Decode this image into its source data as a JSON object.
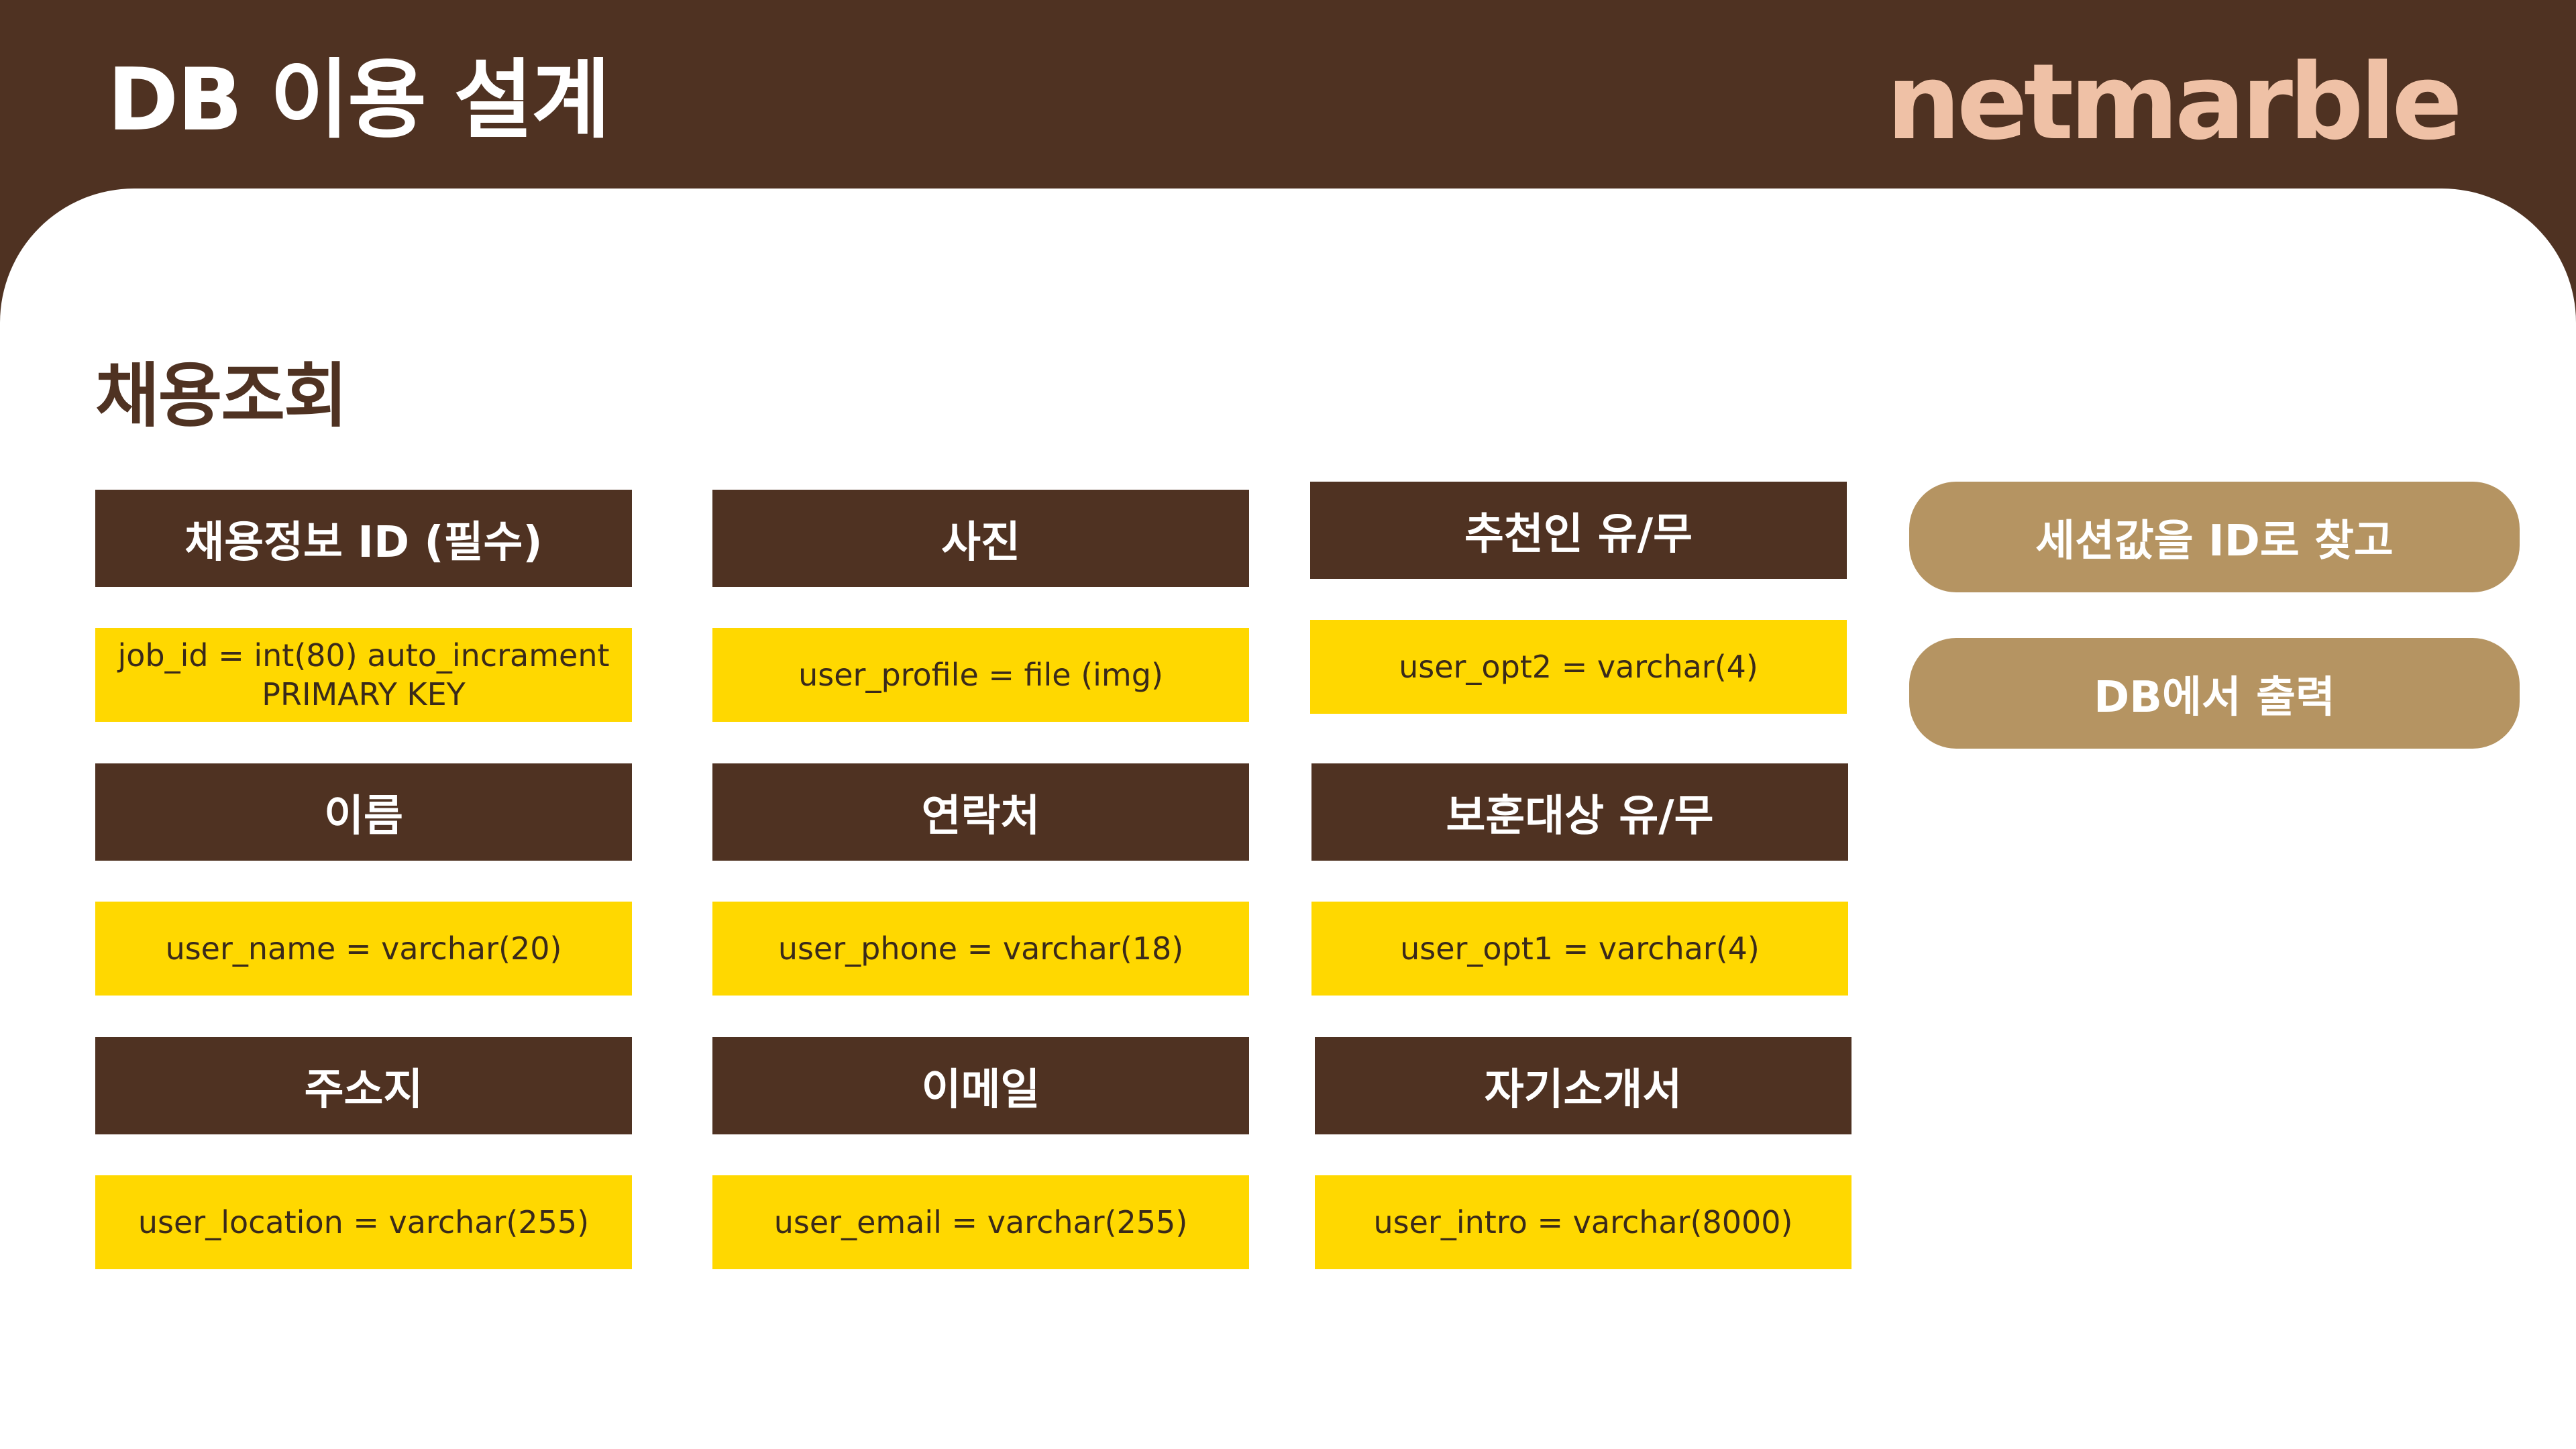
{
  "header": {
    "title": "DB 이용 설계",
    "logo_text": "netmarble"
  },
  "section": {
    "title": "채용조회"
  },
  "fields": [
    {
      "label": "채용정보 ID (필수)",
      "type": "job_id = int(80) auto_incrament\nPRIMARY KEY"
    },
    {
      "label": "사진",
      "type": "user_profile = file (img)"
    },
    {
      "label": "추천인 유/무",
      "type": "user_opt2 = varchar(4)"
    },
    {
      "label": "이름",
      "type": "user_name = varchar(20)"
    },
    {
      "label": "연락처",
      "type": "user_phone = varchar(18)"
    },
    {
      "label": "보훈대상 유/무",
      "type": "user_opt1 = varchar(4)"
    },
    {
      "label": "주소지",
      "type": "user_location = varchar(255)"
    },
    {
      "label": "이메일",
      "type": "user_email = varchar(255)"
    },
    {
      "label": "자기소개서",
      "type": "user_intro = varchar(8000)"
    }
  ],
  "actions": [
    {
      "label": "세션값을 ID로 찾고"
    },
    {
      "label": "DB에서 출력"
    }
  ],
  "colors": {
    "brown": "#4F3222",
    "yellow": "#FFD800",
    "tan": "#B59462",
    "logo": "#EFC1A6",
    "white": "#FFFFFF"
  }
}
